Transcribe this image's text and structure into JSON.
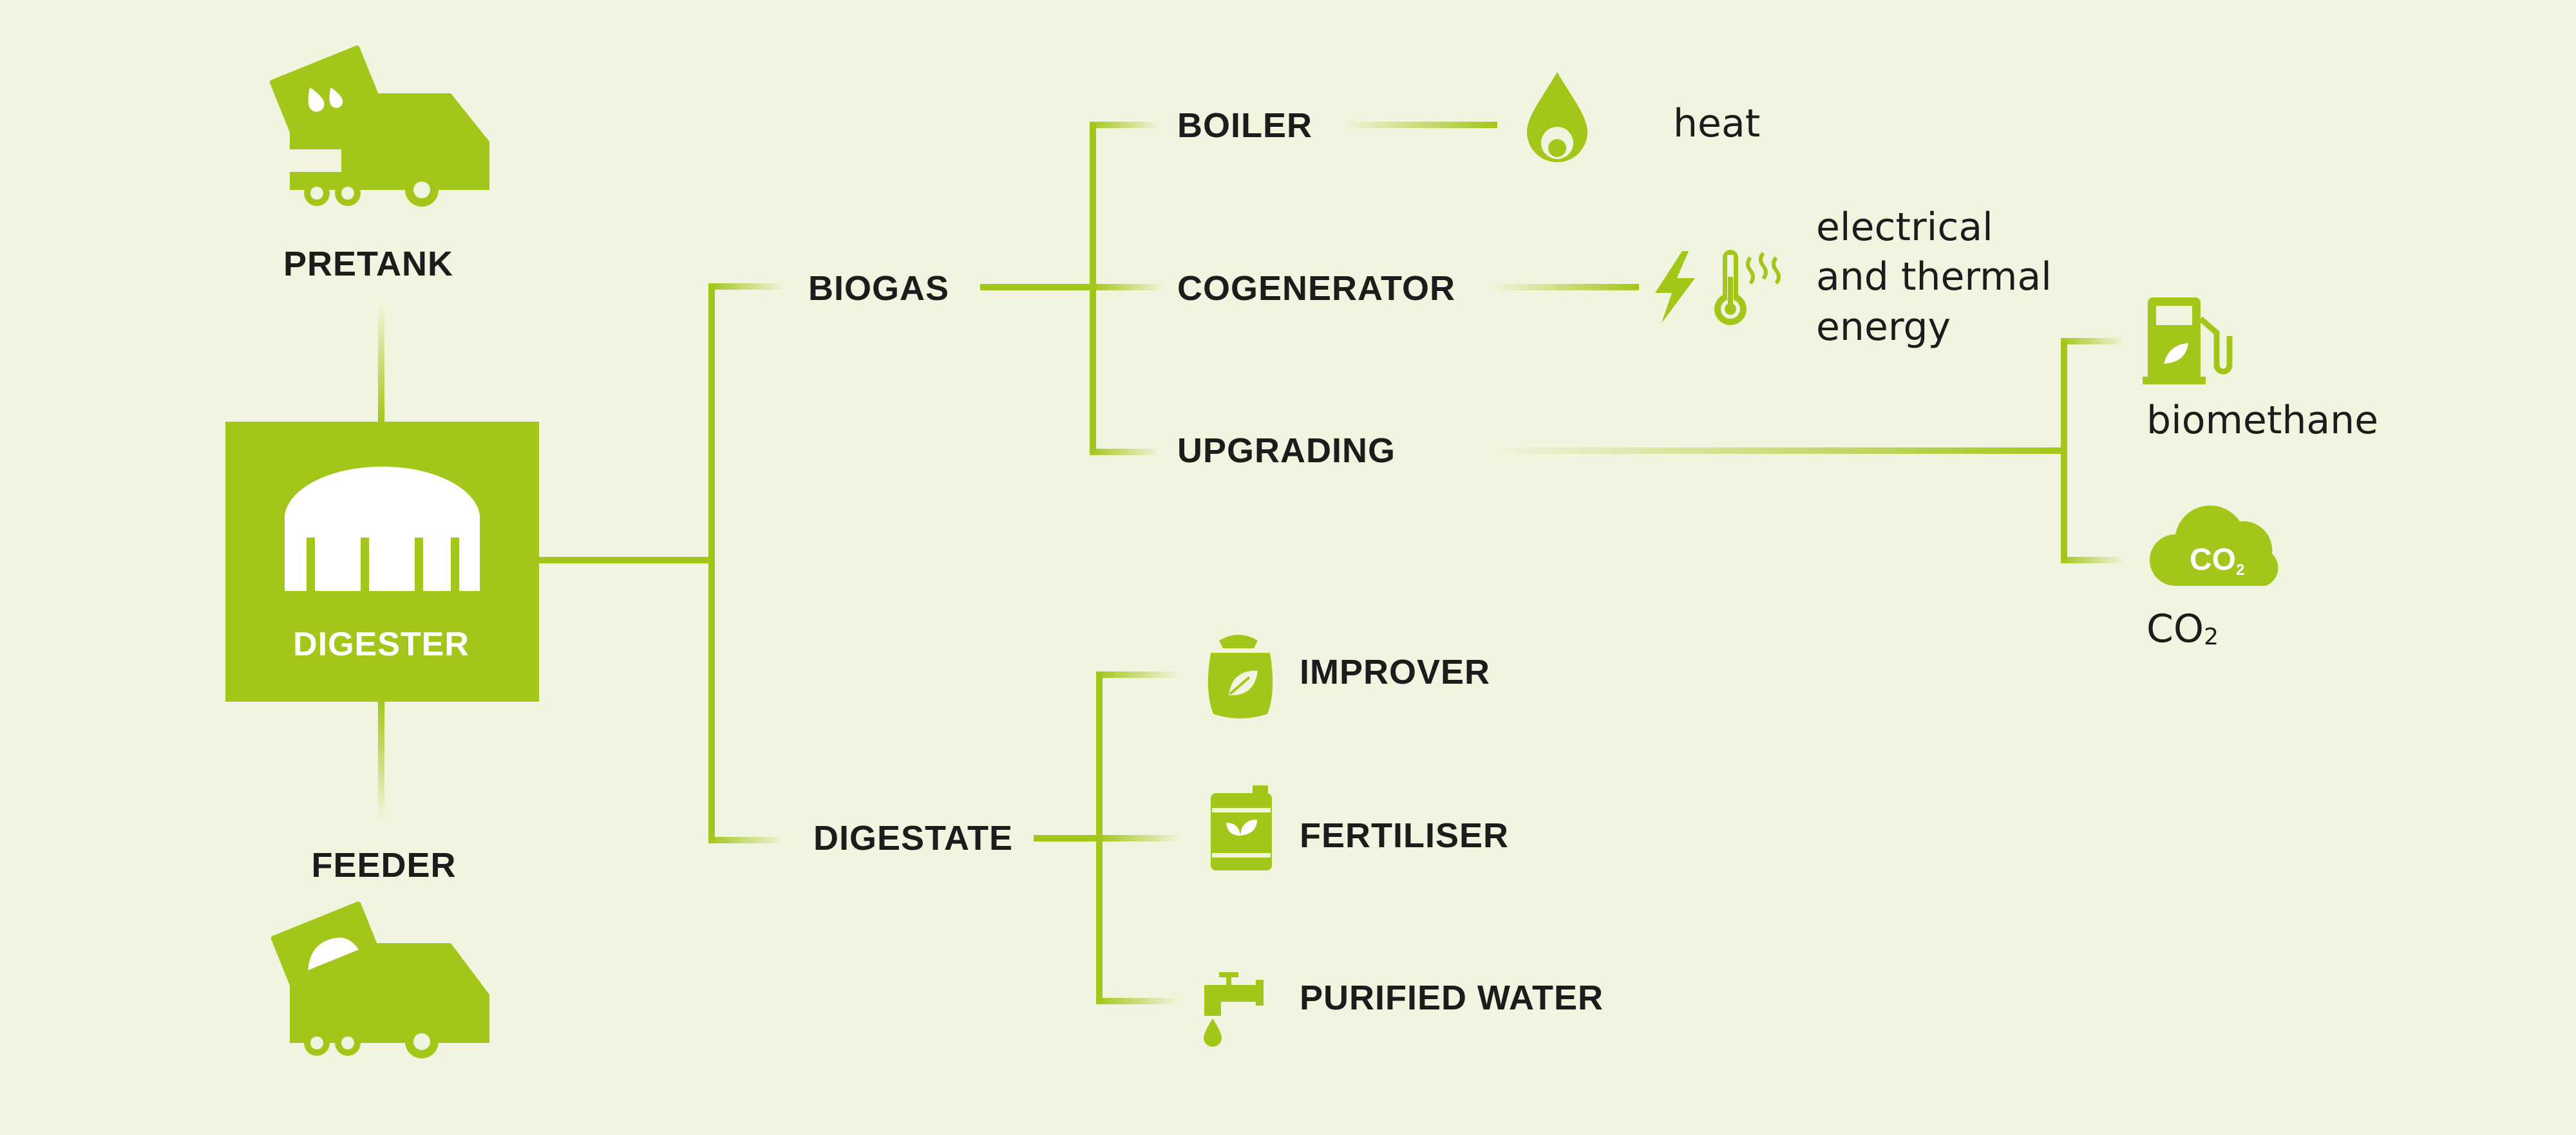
{
  "sources": {
    "pretank": "PRETANK",
    "feeder": "FEEDER"
  },
  "digester": "DIGESTER",
  "biogas": {
    "label": "BIOGAS",
    "outputs": {
      "boiler": "BOILER",
      "cogenerator": "COGENERATOR",
      "upgrading": "UPGRADING"
    },
    "products": {
      "heat": "heat",
      "energy_line1": "electrical",
      "energy_line2": "and thermal",
      "energy_line3": "energy",
      "biomethane": "biomethane",
      "co2_main": "CO",
      "co2_sub": "2",
      "co2_icon_main": "CO",
      "co2_icon_sub": "2"
    }
  },
  "digestate": {
    "label": "DIGESTATE",
    "outputs": {
      "improver": "IMPROVER",
      "fertiliser": "FERTILISER",
      "water": "PURIFIED WATER"
    }
  },
  "colors": {
    "accent": "#a3c61a",
    "background": "#f1f5df",
    "text": "#1c1c1c"
  },
  "icons": [
    "truck-pretank-icon",
    "truck-feeder-icon",
    "digester-dome-icon",
    "flame-icon",
    "lightning-icon",
    "thermometer-icon",
    "fuel-pump-icon",
    "co2-cloud-icon",
    "compost-bag-icon",
    "fertiliser-jerrycan-icon",
    "water-tap-icon"
  ]
}
